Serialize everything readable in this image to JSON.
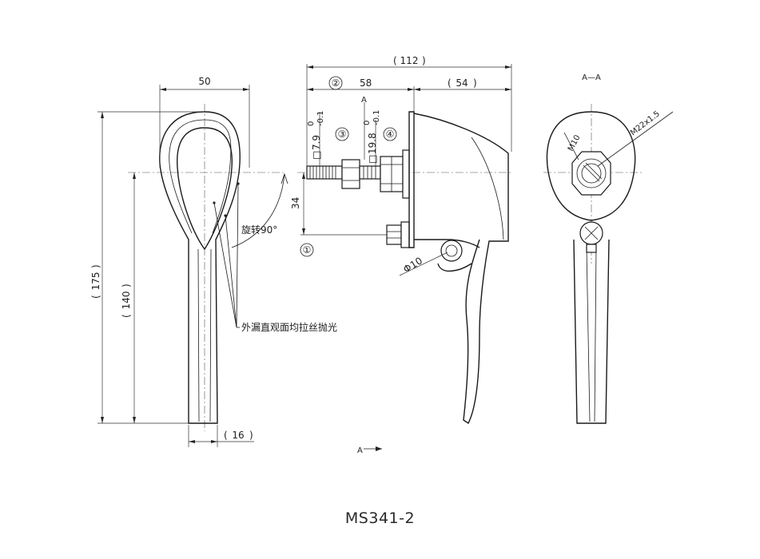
{
  "caption": "MS341-2",
  "section_title": "A—A",
  "section_marker": "A",
  "dims": {
    "total_length": "112",
    "left_part": "58",
    "right_part": "54",
    "handle_width": "50",
    "height_total": "175",
    "height_lever": "140",
    "bottom_width": "16",
    "offset": "34",
    "shaft_a": "7.9",
    "shaft_a_tol_upper": "0",
    "shaft_a_tol_lower": "-0.1",
    "shaft_b": "19.8",
    "shaft_b_tol_upper": "0",
    "shaft_b_tol_lower": "-0.1",
    "pin_dia": "10",
    "thread_m10": "M10",
    "thread_m22": "M22x1.5"
  },
  "balloons": [
    "①",
    "②",
    "③",
    "④"
  ],
  "annotations": {
    "rotate": "旋转90°",
    "finish": "外漏直观面均拉丝抛光"
  },
  "symbols": {
    "square": "□",
    "diameter": "Φ"
  }
}
